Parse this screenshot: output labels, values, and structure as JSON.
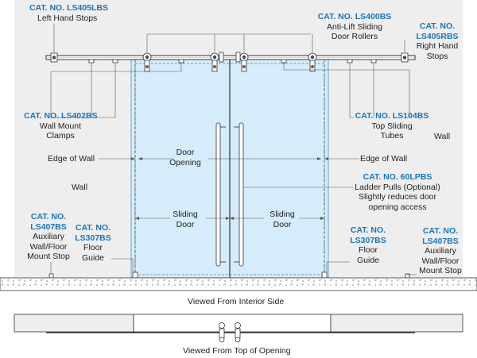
{
  "colors": {
    "accent": "#1b75bb",
    "glass": "#d6ecfa",
    "wall": "#eeeeee",
    "line": "#333333"
  },
  "callouts": {
    "ls405lbs": {
      "cat": "CAT. NO. LS405LBS",
      "text": [
        "Left Hand Stops"
      ]
    },
    "ls400bs": {
      "cat": "CAT. NO. LS400BS",
      "text": [
        "Anti-Lift Sliding",
        "Door Rollers"
      ]
    },
    "ls405rbs": {
      "cat": [
        "CAT. NO.",
        "LS405RBS"
      ],
      "text": [
        "Right Hand",
        "Stops"
      ]
    },
    "ls402bs": {
      "cat": "CAT. NO. LS402BS",
      "text": [
        "Wall Mount",
        "Clamps"
      ]
    },
    "ls104bs": {
      "cat": "CAT. NO. LS104BS",
      "text": [
        "Top Sliding",
        "Tubes"
      ]
    },
    "wall_right": "Wall",
    "edge_left": "Edge of Wall",
    "door_opening": [
      "Door",
      "Opening"
    ],
    "edge_right": "Edge of Wall",
    "wall_left": "Wall",
    "lpbs": {
      "cat": "CAT. NO. 60LPBS",
      "text": [
        "Ladder Pulls (Optional)",
        "Slightly reduces door",
        "opening access"
      ]
    },
    "sliding_left": [
      "Sliding",
      "Door"
    ],
    "sliding_right": [
      "Sliding",
      "Door"
    ],
    "ls407_left": {
      "cat": [
        "CAT. NO.",
        "LS407BS"
      ],
      "text": [
        "Auxiliary",
        "Wall/Floor",
        "Mount Stop"
      ]
    },
    "ls307_left": {
      "cat": [
        "CAT. NO.",
        "LS307BS"
      ],
      "text": [
        "Floor",
        "Guide"
      ]
    },
    "ls307_right": {
      "cat": [
        "CAT. NO.",
        "LS307BS"
      ],
      "text": [
        "Floor",
        "Guide"
      ]
    },
    "ls407_right": {
      "cat": [
        "CAT. NO.",
        "LS407BS"
      ],
      "text": [
        "Auxiliary",
        "Wall/Floor",
        "Mount Stop"
      ]
    }
  },
  "captions": {
    "interior": "Viewed From Interior Side",
    "top": "Viewed From Top of Opening"
  }
}
